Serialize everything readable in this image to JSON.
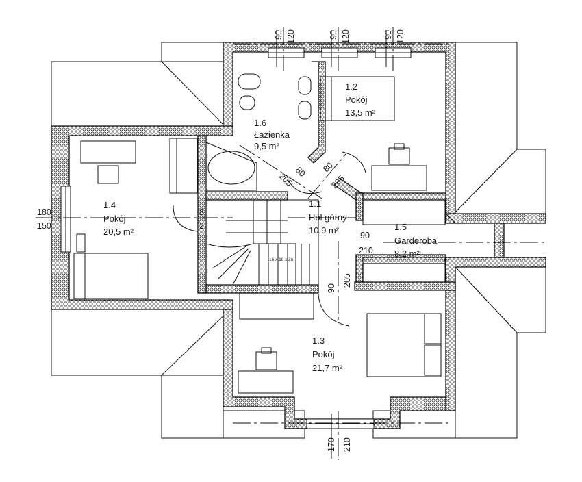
{
  "rooms": {
    "r11": {
      "number": "1.1",
      "name": "Hol górny",
      "area": "10,9 m²"
    },
    "r12": {
      "number": "1.2",
      "name": "Pokój",
      "area": "13,5 m²"
    },
    "r13": {
      "number": "1.3",
      "name": "Pokój",
      "area": "21,7 m²"
    },
    "r14": {
      "number": "1.4",
      "name": "Pokój",
      "area": "20,5 m²"
    },
    "r15": {
      "number": "1.5",
      "name": "Garderoba",
      "area": "8,2 m²"
    },
    "r16": {
      "number": "1.6",
      "name": "Łazienka",
      "area": "9,5 m²"
    }
  },
  "dimensions": {
    "top_window_1_a": "90",
    "top_window_1_b": "120",
    "top_window_2_a": "90",
    "top_window_2_b": "120",
    "top_window_3_a": "90",
    "top_window_3_b": "120",
    "left_window_a": "180",
    "left_window_b": "150",
    "bath_door_a": "80",
    "bath_door_b": "205",
    "room12_door_a": "80",
    "room12_door_b": "205",
    "room14_door_a": "8",
    "room14_door_b": "2",
    "wardrobe_door_a": "90",
    "wardrobe_door_b": "210",
    "room13_door_a": "90",
    "room13_door_b": "205",
    "bottom_window_a": "170",
    "bottom_window_b": "210"
  },
  "stairs": {
    "spec": "16 x 18 x 26"
  }
}
